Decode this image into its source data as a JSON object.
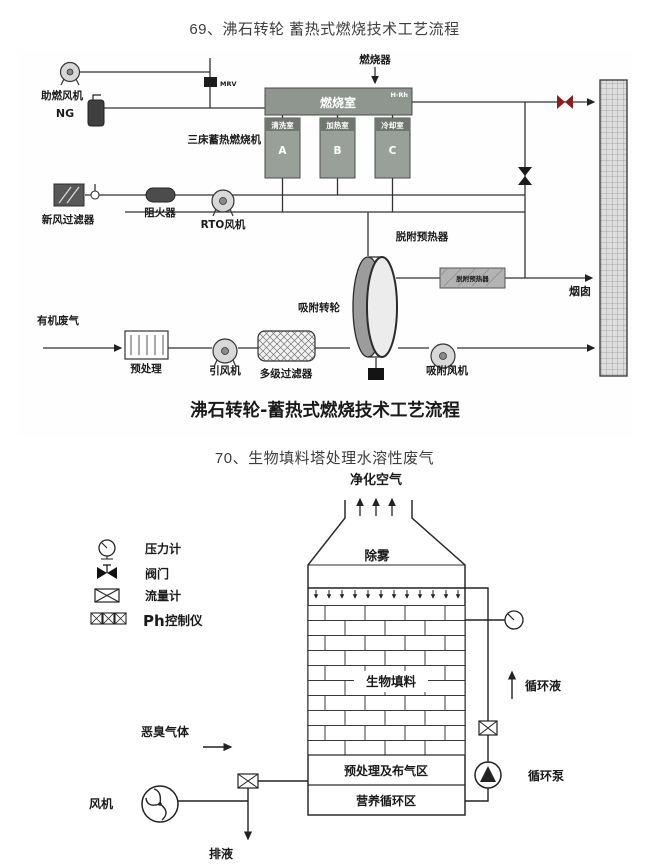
{
  "page": {
    "title1": "69、沸石转轮 蓄热式燃烧技术工艺流程",
    "title2": "70、生物填料塔处理水溶性废气"
  },
  "d1": {
    "burner_label": "燃烧器",
    "combustion_fan_label": "助燃风机",
    "ng_label": "NG",
    "mrv_label": "MRV",
    "combustion_chamber_label": "燃烧室",
    "chamber_tag": "H·Rh",
    "room_clean": "清洗室",
    "room_heat": "加热室",
    "room_cool": "冷却室",
    "room_a": "A",
    "room_b": "B",
    "room_c": "C",
    "three_bed_label": "三床蓄热燃烧机",
    "fresh_air_filter_label": "新风过滤器",
    "flame_arrester_label": "阻火器",
    "rto_fan_label": "RTO风机",
    "desorption_preheater_label": "脱附预热器",
    "preheater_box_label": "脱附预热器",
    "chimney_label": "烟囱",
    "rotor_label": "吸附转轮",
    "organic_gas_label": "有机废气",
    "pretreatment_label": "预处理",
    "induced_fan_label": "引风机",
    "multistage_filter_label": "多级过滤器",
    "adsorption_fan_label": "吸附风机",
    "caption": "沸石转轮-蓄热式燃烧技术工艺流程"
  },
  "d2": {
    "purified_air_label": "净化空气",
    "demister_label": "除雾",
    "legend_pressure": "压力计",
    "legend_valve": "阀门",
    "legend_flow": "流量计",
    "legend_ph_big": "Ph",
    "legend_ph_rest": "控制仪",
    "bio_packing_label": "生物填料",
    "circulating_liquid_label": "循环液",
    "circulating_pump_label": "循环泵",
    "odor_gas_label": "恶臭气体",
    "pretreatment_zone_label": "预处理及布气区",
    "nutrient_zone_label": "营养循环区",
    "fan_label": "风机",
    "drain_label": "排液"
  }
}
